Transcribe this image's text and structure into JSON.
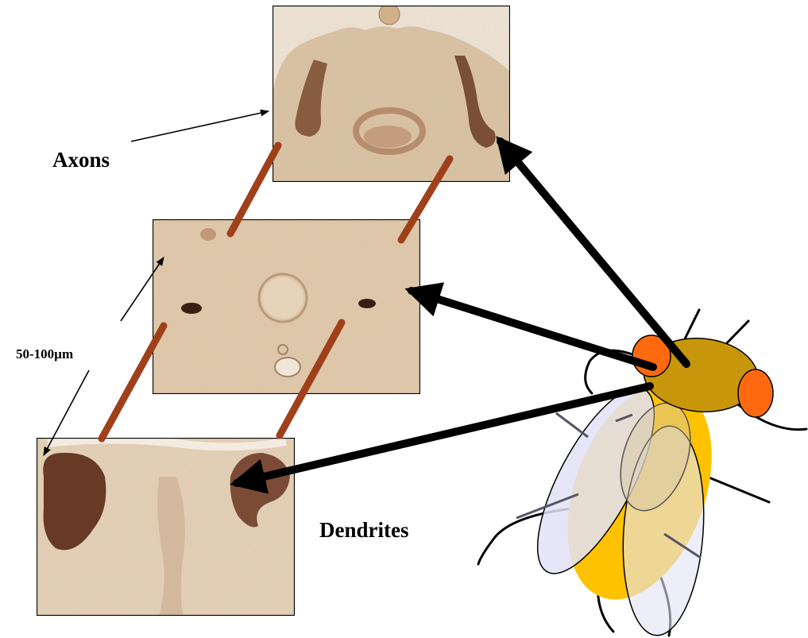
{
  "labels": {
    "axons": "Axons",
    "scale": "50-100µm",
    "dendrites": "Dendrites"
  },
  "colors": {
    "tissue_background": "#e6d2b4",
    "stain_dark": "#6b3a22",
    "connector": "#a0401a",
    "fly_head": "#c8960a",
    "fly_eye": "#ff6a10",
    "fly_thorax": "#ffc200",
    "fly_wing": "#e2e2f7",
    "arrow": "#000000"
  },
  "panels": [
    {
      "id": "top",
      "content": "axon-section-micrograph"
    },
    {
      "id": "middle",
      "content": "mid-section-micrograph"
    },
    {
      "id": "bottom",
      "content": "dendrite-section-micrograph"
    }
  ]
}
